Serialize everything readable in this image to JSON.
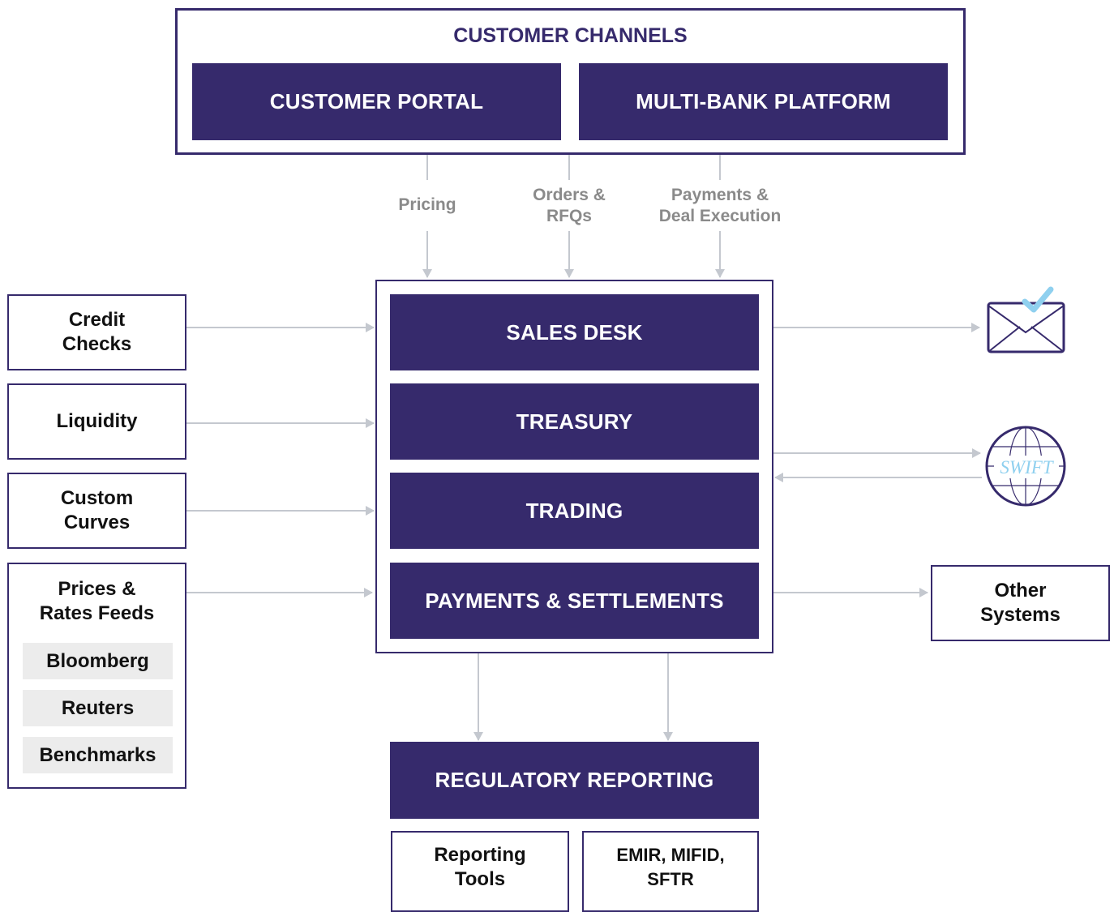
{
  "customer_channels": {
    "title": "CUSTOMER CHANNELS",
    "portal": "CUSTOMER PORTAL",
    "platform": "MULTI-BANK PLATFORM"
  },
  "flows": {
    "pricing": "Pricing",
    "orders": [
      "Orders &",
      "RFQs"
    ],
    "payments": [
      "Payments &",
      "Deal Execution"
    ]
  },
  "core": {
    "sales_desk": "SALES DESK",
    "treasury": "TREASURY",
    "trading": "TRADING",
    "payments_settlements": "PAYMENTS & SETTLEMENTS"
  },
  "inputs": {
    "credit_checks": [
      "Credit",
      "Checks"
    ],
    "liquidity": "Liquidity",
    "custom_curves": [
      "Custom",
      "Curves"
    ],
    "prices_feeds": [
      "Prices &",
      "Rates Feeds"
    ],
    "feeds": [
      "Bloomberg",
      "Reuters",
      "Benchmarks"
    ]
  },
  "outputs": {
    "email_icon": "email-check-icon",
    "swift_icon": "swift-globe-icon",
    "swift_text": "SWIFT",
    "other_systems": [
      "Other",
      "Systems"
    ]
  },
  "reporting": {
    "title": "REGULATORY REPORTING",
    "tools": [
      "Reporting",
      "Tools"
    ],
    "regulations": [
      "EMIR, MIFID,",
      "SFTR"
    ]
  },
  "colors": {
    "primary": "#362a6c",
    "arrow": "#c4c8cf",
    "chip_bg": "#ececec",
    "flow_text": "#8a8a8a",
    "check": "#8fd0ef"
  }
}
